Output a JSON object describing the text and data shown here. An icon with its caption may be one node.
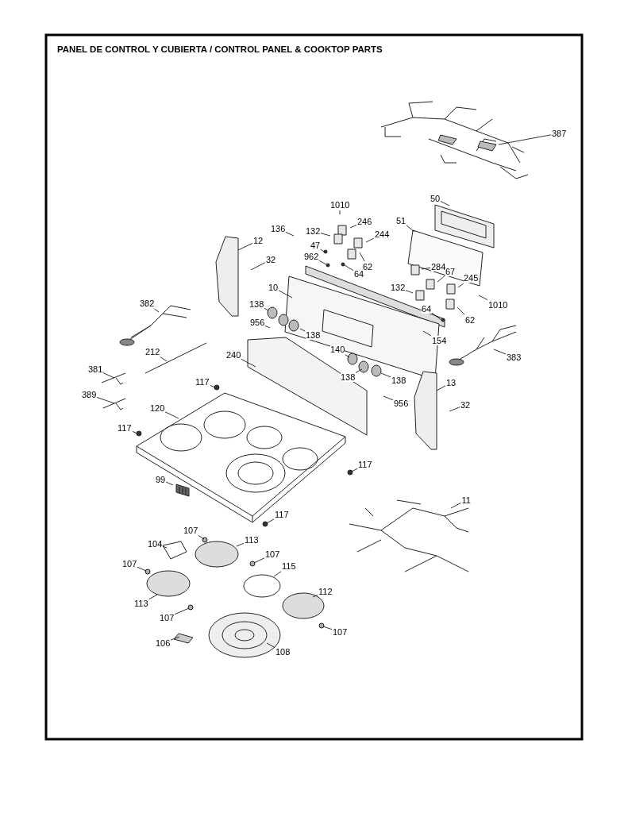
{
  "diagram": {
    "title": "PANEL DE CONTROL Y CUBIERTA / CONTROL PANEL & COOKTOP PARTS",
    "nodes": [
      {
        "text": [
          "387"
        ]
      },
      {
        "text": [
          "1010"
        ]
      },
      {
        "text": [
          "50"
        ]
      },
      {
        "text": [
          "246"
        ]
      },
      {
        "text": [
          "51"
        ]
      },
      {
        "text": [
          "136"
        ]
      },
      {
        "text": [
          "12"
        ]
      },
      {
        "text": [
          "132"
        ]
      },
      {
        "text": [
          "244"
        ]
      },
      {
        "text": [
          "47"
        ]
      },
      {
        "text": [
          "32"
        ]
      },
      {
        "text": [
          "962"
        ]
      },
      {
        "text": [
          "62"
        ]
      },
      {
        "text": [
          "64"
        ]
      },
      {
        "text": [
          "284"
        ]
      },
      {
        "text": [
          "67"
        ]
      },
      {
        "text": [
          "245"
        ]
      },
      {
        "text": [
          "10"
        ]
      },
      {
        "text": [
          "132"
        ]
      },
      {
        "text": [
          "1010"
        ]
      },
      {
        "text": [
          "382"
        ]
      },
      {
        "text": [
          "138"
        ]
      },
      {
        "text": [
          "64"
        ]
      },
      {
        "text": [
          "62"
        ]
      },
      {
        "text": [
          "956"
        ]
      },
      {
        "text": [
          "138"
        ]
      },
      {
        "text": [
          "154"
        ]
      },
      {
        "text": [
          "212"
        ]
      },
      {
        "text": [
          "240"
        ]
      },
      {
        "text": [
          "140"
        ]
      },
      {
        "text": [
          "383"
        ]
      },
      {
        "text": [
          "381"
        ]
      },
      {
        "text": [
          "138"
        ]
      },
      {
        "text": [
          "138"
        ]
      },
      {
        "text": [
          "389"
        ]
      },
      {
        "text": [
          "117"
        ]
      },
      {
        "text": [
          "13"
        ]
      },
      {
        "text": [
          "956"
        ]
      },
      {
        "text": [
          "120"
        ]
      },
      {
        "text": [
          "32"
        ]
      },
      {
        "text": [
          "117"
        ]
      },
      {
        "text": [
          "117"
        ]
      },
      {
        "text": [
          "99"
        ]
      },
      {
        "text": [
          "11"
        ]
      },
      {
        "text": [
          "117"
        ]
      },
      {
        "text": [
          "107"
        ]
      },
      {
        "text": [
          "104"
        ]
      },
      {
        "text": [
          "113"
        ]
      },
      {
        "text": [
          "107"
        ]
      },
      {
        "text": [
          "107"
        ]
      },
      {
        "text": [
          "115"
        ]
      },
      {
        "text": [
          "112"
        ]
      },
      {
        "text": [
          "113"
        ]
      },
      {
        "text": [
          "107"
        ]
      },
      {
        "text": [
          "107"
        ]
      },
      {
        "text": [
          "106"
        ]
      },
      {
        "text": [
          "108"
        ]
      }
    ],
    "edges": [
      {
        "from": 0,
        "to": null,
        "arrow": "none"
      },
      {
        "from": 1,
        "to": null,
        "arrow": "none"
      },
      {
        "from": 2,
        "to": null,
        "arrow": "none"
      },
      {
        "from": 3,
        "to": null,
        "arrow": "none"
      },
      {
        "from": 4,
        "to": null,
        "arrow": "none"
      },
      {
        "from": 5,
        "to": null,
        "arrow": "none"
      },
      {
        "from": 6,
        "to": null,
        "arrow": "none"
      },
      {
        "from": 7,
        "to": null,
        "arrow": "none"
      },
      {
        "from": 8,
        "to": null,
        "arrow": "none"
      },
      {
        "from": 9,
        "to": null,
        "arrow": "none"
      },
      {
        "from": 10,
        "to": null,
        "arrow": "none"
      },
      {
        "from": 11,
        "to": null,
        "arrow": "none"
      },
      {
        "from": 12,
        "to": null,
        "arrow": "none"
      },
      {
        "from": 13,
        "to": null,
        "arrow": "none"
      },
      {
        "from": 14,
        "to": null,
        "arrow": "none"
      },
      {
        "from": 15,
        "to": null,
        "arrow": "none"
      },
      {
        "from": 16,
        "to": null,
        "arrow": "none"
      },
      {
        "from": 17,
        "to": null,
        "arrow": "none"
      },
      {
        "from": 18,
        "to": null,
        "arrow": "none"
      },
      {
        "from": 19,
        "to": null,
        "arrow": "none"
      },
      {
        "from": 20,
        "to": null,
        "arrow": "none"
      },
      {
        "from": 21,
        "to": null,
        "arrow": "none"
      },
      {
        "from": 22,
        "to": null,
        "arrow": "none"
      },
      {
        "from": 23,
        "to": null,
        "arrow": "none"
      },
      {
        "from": 24,
        "to": null,
        "arrow": "none"
      },
      {
        "from": 25,
        "to": null,
        "arrow": "none"
      },
      {
        "from": 26,
        "to": null,
        "arrow": "none"
      },
      {
        "from": 27,
        "to": null,
        "arrow": "none"
      },
      {
        "from": 28,
        "to": null,
        "arrow": "none"
      },
      {
        "from": 29,
        "to": null,
        "arrow": "none"
      },
      {
        "from": 30,
        "to": null,
        "arrow": "none"
      },
      {
        "from": 31,
        "to": null,
        "arrow": "none"
      },
      {
        "from": 32,
        "to": null,
        "arrow": "none"
      },
      {
        "from": 33,
        "to": null,
        "arrow": "none"
      },
      {
        "from": 34,
        "to": null,
        "arrow": "none"
      },
      {
        "from": 35,
        "to": null,
        "arrow": "none"
      },
      {
        "from": 36,
        "to": null,
        "arrow": "none"
      },
      {
        "from": 37,
        "to": null,
        "arrow": "none"
      },
      {
        "from": 38,
        "to": null,
        "arrow": "none"
      },
      {
        "from": 39,
        "to": null,
        "arrow": "none"
      },
      {
        "from": 40,
        "to": null,
        "arrow": "none"
      },
      {
        "from": 41,
        "to": null,
        "arrow": "none"
      },
      {
        "from": 42,
        "to": null,
        "arrow": "none"
      },
      {
        "from": 43,
        "to": null,
        "arrow": "none"
      },
      {
        "from": 44,
        "to": null,
        "arrow": "none"
      },
      {
        "from": 45,
        "to": null,
        "arrow": "none"
      },
      {
        "from": 46,
        "to": null,
        "arrow": "none"
      },
      {
        "from": 47,
        "to": null,
        "arrow": "none"
      },
      {
        "from": 48,
        "to": null,
        "arrow": "none"
      },
      {
        "from": 49,
        "to": null,
        "arrow": "none"
      },
      {
        "from": 50,
        "to": null,
        "arrow": "none"
      },
      {
        "from": 51,
        "to": null,
        "arrow": "none"
      },
      {
        "from": 52,
        "to": null,
        "arrow": "none"
      },
      {
        "from": 53,
        "to": null,
        "arrow": "none"
      },
      {
        "from": 54,
        "to": null,
        "arrow": "none"
      },
      {
        "from": 55,
        "to": null,
        "arrow": "none"
      },
      {
        "from": 56,
        "to": null,
        "arrow": "none"
      }
    ]
  }
}
